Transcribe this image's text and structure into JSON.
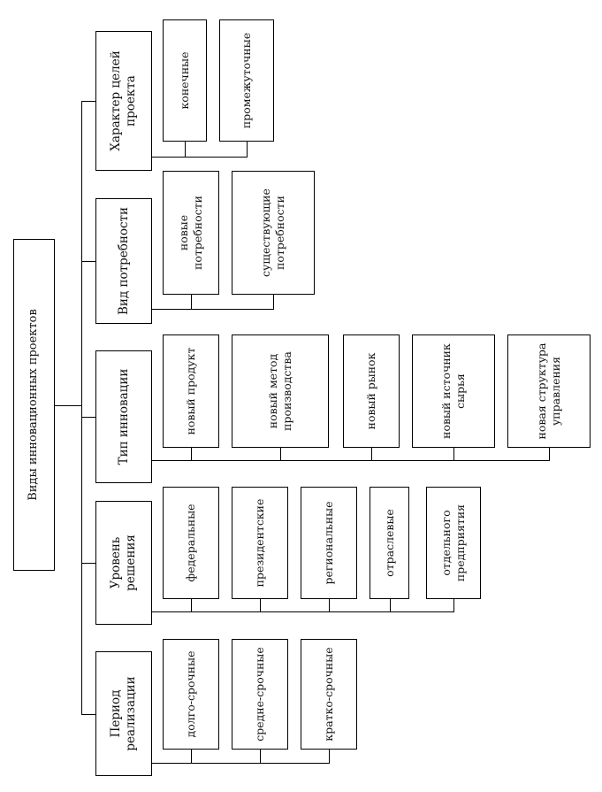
{
  "root": {
    "label": "Виды инновационных проектов"
  },
  "categories": [
    {
      "label": "Характер целей проекта",
      "items": [
        "конечные",
        "промежуточные"
      ]
    },
    {
      "label": "Вид потребности",
      "items": [
        "новые потребности",
        "существующие потребности"
      ]
    },
    {
      "label": "Тип инновации",
      "items": [
        "новый продукт",
        "новый метод производства",
        "новый рынок",
        "новый источник сырья",
        "новая структура управления"
      ]
    },
    {
      "label": "Уровень решения",
      "items": [
        "федеральные",
        "президентские",
        "региональные",
        "отраслевые",
        "отдельного предприятия"
      ]
    },
    {
      "label": "Период реализации",
      "items": [
        "долго-срочные",
        "средне-срочные",
        "кратко-срочные"
      ]
    }
  ]
}
